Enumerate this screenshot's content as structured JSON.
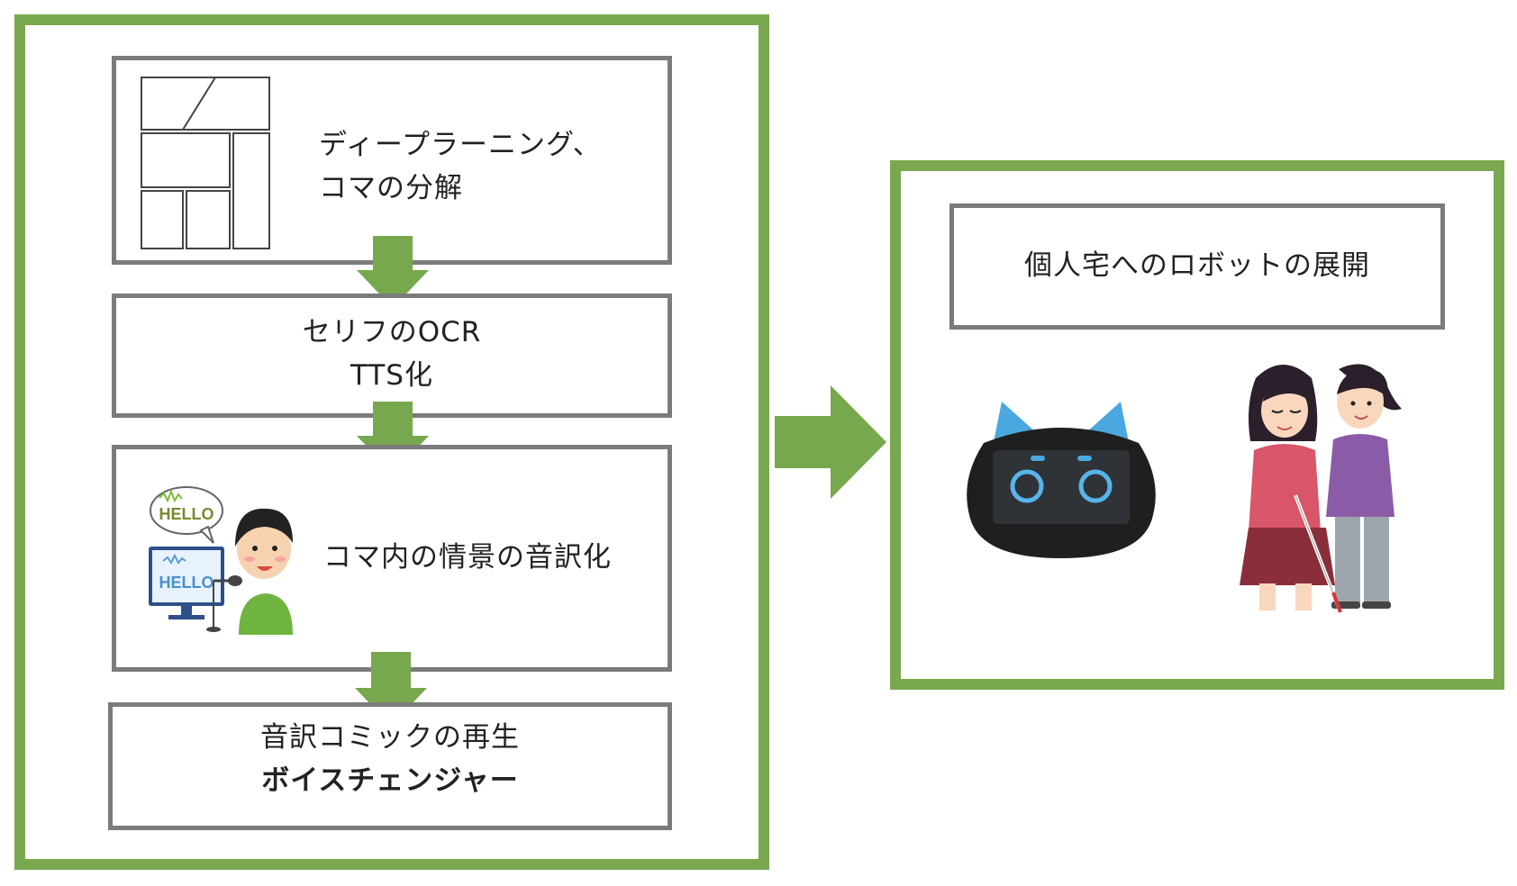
{
  "pipeline": {
    "step1": {
      "line1": "ディープラーニング、",
      "line2": "コマの分解"
    },
    "step2": {
      "line1": "セリフのOCR",
      "line2": "TTS化"
    },
    "step3": {
      "line1": "コマ内の情景の音訳化",
      "speech_text": "HELLO",
      "monitor_text": "HELLO"
    },
    "step4": {
      "line1": "音訳コミックの再生",
      "line2": "ボイスチェンジャー"
    }
  },
  "deployment": {
    "title": "個人宅へのロボットの展開"
  },
  "colors": {
    "frame_green": "#7aa84f",
    "box_gray": "#7b7b7b",
    "arrow_green": "#78a84d"
  },
  "icons": [
    "comic-panels-icon",
    "voice-recording-person-icon",
    "cat-robot-icon",
    "guide-helper-icon",
    "arrow-right-icon",
    "arrow-down-icon"
  ]
}
